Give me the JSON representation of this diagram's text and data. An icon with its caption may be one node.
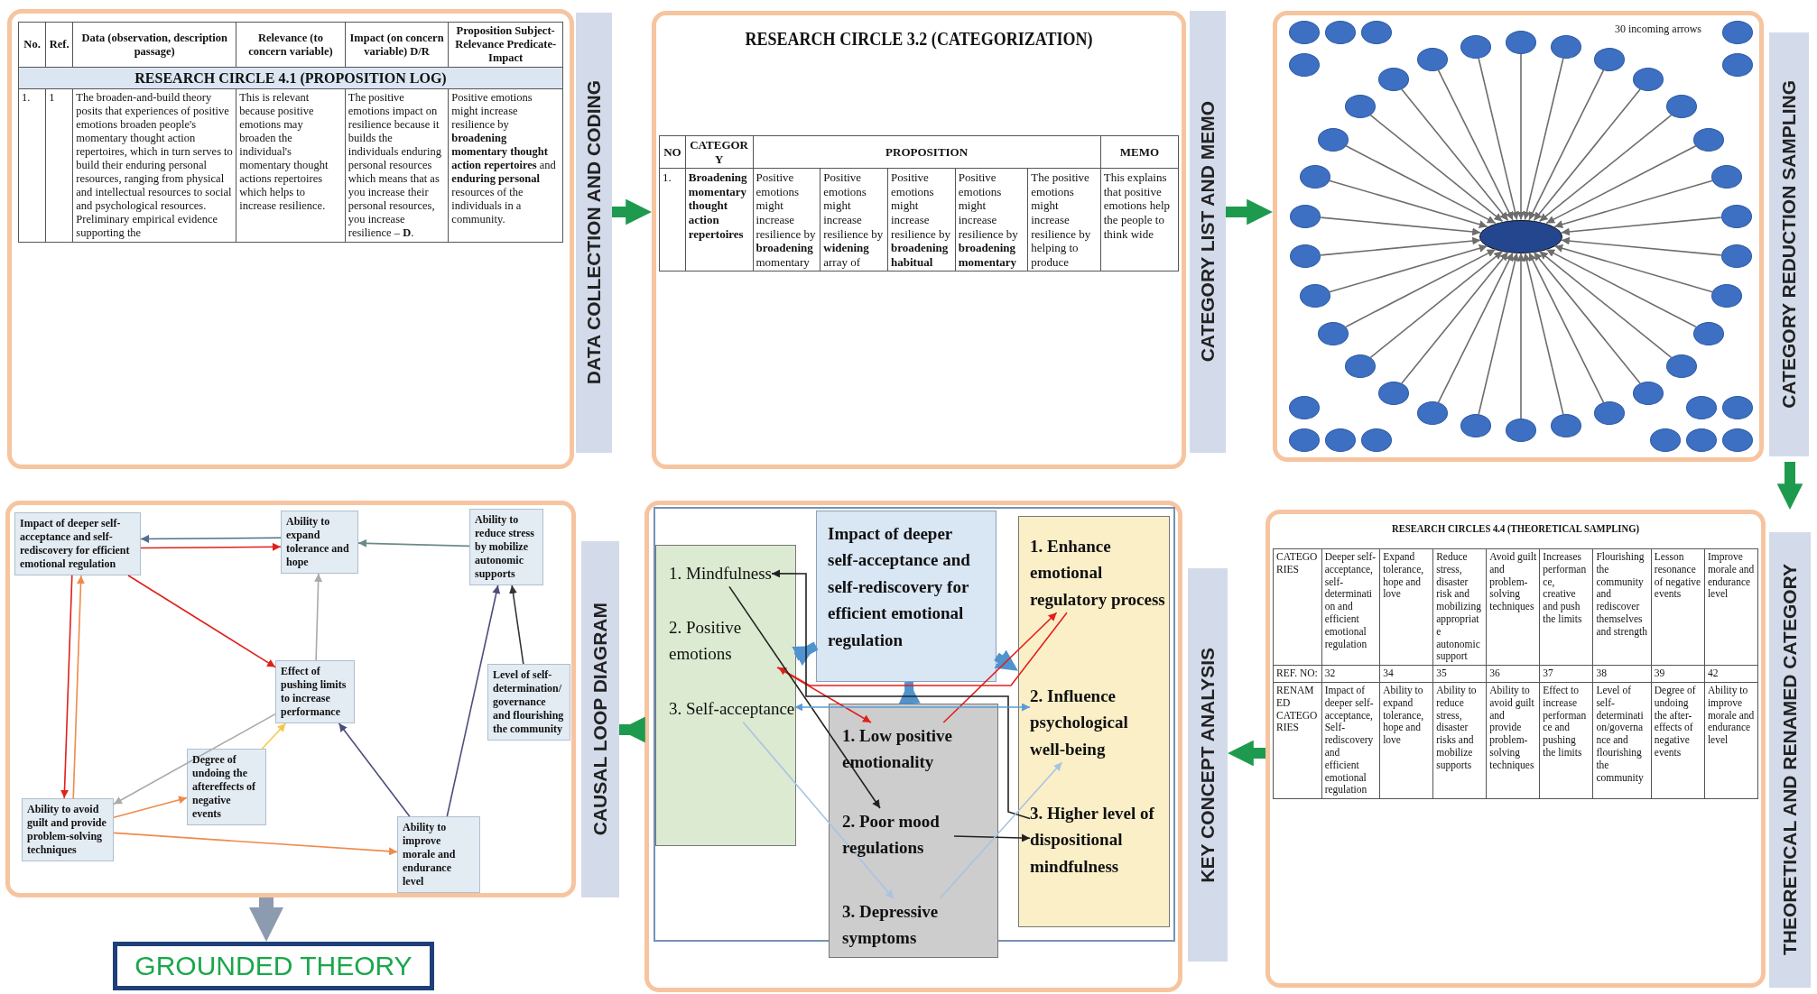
{
  "diagram": {
    "nodes": [
      {
        "text": [
          "DATA COLLECTION AND CODING"
        ]
      },
      {
        "text": [
          "No.",
          "Ref.",
          "Data (observation, description passage)",
          "Relevance (to concern variable)",
          "Impact (on concern variable) D/R",
          "Proposition Subject-Relevance Predicate-Impact",
          "RESEARCH CIRCLE 4.1 (PROPOSITION LOG)",
          "1.",
          "1",
          "The broaden-and-build theory posits that experiences of positive emotions broaden people's momentary thought action repertoires, which in turn serves to build their enduring personal resources, ranging from physical and intellectual resources to social and psychological resources. Preliminary empirical evidence supporting the",
          "This is relevant because positive emotions may broaden the individual's momentary thought actions repertoires which helps to increase resilience.",
          "The positive emotions impact on resilience because it builds the individuals enduring personal resources which means that as you increase their personal resources, you increase resilience – **D**.",
          "Positive emotions might increase resilience by **broadening momentary thought action repertoires** and **enduring personal** resources of the individuals in a community."
        ],
        "in": 0
      },
      {
        "text": [
          "CATEGORY LIST AND MEMO",
          "RESEARCH CIRCLE 3.2 (CATEGORIZATION)"
        ]
      },
      {
        "text": [
          "NO",
          "CATEGORY",
          "PROPOSITION",
          "MEMO",
          "1.",
          "Broadening momentary thought action repertoires",
          "Positive emotions might increase resilience by **broadening** momentary",
          "Positive emotions might increase resilience by **widening** array of",
          "Positive emotions might increase resilience by **broadening habitual**",
          "Positive emotions might increase resilience by **broadening momentary**",
          "The positive emotions might increase resilience by helping to produce",
          "This explains that positive emotions help the people to think wide"
        ],
        "in": 2
      },
      {
        "text": [
          "CATEGORY REDUCTION SAMPLING"
        ]
      },
      {
        "text": [],
        "shape": "ellipse",
        "in": 4
      },
      {
        "text": [],
        "shape": "ellipse",
        "in": 4
      },
      {
        "text": [],
        "shape": "ellipse",
        "in": 4
      },
      {
        "text": [],
        "shape": "ellipse",
        "in": 4
      },
      {
        "text": [],
        "shape": "ellipse",
        "in": 4
      },
      {
        "text": [],
        "shape": "ellipse",
        "in": 4
      },
      {
        "text": [],
        "shape": "ellipse",
        "in": 4
      },
      {
        "text": [],
        "shape": "ellipse",
        "in": 4
      },
      {
        "text": [],
        "shape": "ellipse",
        "in": 4
      },
      {
        "text": [],
        "shape": "ellipse",
        "in": 4
      },
      {
        "text": [],
        "shape": "ellipse",
        "in": 4
      },
      {
        "text": [],
        "shape": "ellipse",
        "in": 4
      },
      {
        "text": [],
        "shape": "ellipse",
        "in": 4
      },
      {
        "text": [],
        "shape": "ellipse",
        "in": 4
      },
      {
        "text": [],
        "shape": "ellipse",
        "in": 4
      },
      {
        "text": [],
        "shape": "ellipse",
        "in": 4
      },
      {
        "text": [],
        "shape": "ellipse",
        "in": 4
      },
      {
        "text": [],
        "shape": "ellipse",
        "in": 4
      },
      {
        "text": [],
        "shape": "ellipse",
        "in": 4
      },
      {
        "text": [],
        "shape": "ellipse",
        "in": 4
      },
      {
        "text": [],
        "shape": "ellipse",
        "in": 4
      },
      {
        "text": [],
        "shape": "ellipse",
        "in": 4
      },
      {
        "text": [],
        "shape": "ellipse",
        "in": 4
      },
      {
        "text": [],
        "shape": "ellipse",
        "in": 4
      },
      {
        "text": [],
        "shape": "ellipse",
        "in": 4
      },
      {
        "text": [],
        "shape": "ellipse",
        "in": 4
      },
      {
        "text": [],
        "shape": "ellipse",
        "in": 4
      },
      {
        "text": [],
        "shape": "ellipse",
        "in": 4
      },
      {
        "text": [],
        "shape": "ellipse",
        "in": 4
      },
      {
        "text": [],
        "shape": "ellipse",
        "in": 4
      },
      {
        "text": [],
        "shape": "ellipse",
        "in": 4
      },
      {
        "text": [],
        "shape": "ellipse",
        "in": 4
      },
      {
        "text": [],
        "shape": "ellipse",
        "in": 4
      },
      {
        "text": [],
        "shape": "ellipse",
        "in": 4
      },
      {
        "text": [],
        "shape": "ellipse",
        "in": 4
      },
      {
        "text": [],
        "shape": "ellipse",
        "in": 4
      },
      {
        "text": [],
        "shape": "ellipse",
        "in": 4
      },
      {
        "text": [],
        "shape": "ellipse",
        "in": 4
      },
      {
        "text": [],
        "shape": "ellipse",
        "in": 4
      },
      {
        "text": [],
        "shape": "ellipse",
        "in": 4
      },
      {
        "text": [],
        "shape": "ellipse",
        "in": 4
      },
      {
        "text": [],
        "shape": "ellipse",
        "in": 4
      },
      {
        "text": [],
        "shape": "ellipse",
        "in": 4
      },
      {
        "text": [],
        "shape": "ellipse",
        "in": 4
      },
      {
        "text": [],
        "shape": "ellipse",
        "in": 4
      },
      {
        "text": [],
        "shape": "ellipse",
        "in": 4
      },
      {
        "text": [
          "THEORETICAL AND RENAMED CATEGORY",
          "RESEARCH CIRCLES 4.4 (THEORETICAL SAMPLING)"
        ]
      },
      {
        "text": [
          "CATEGORIES",
          "Deeper self-acceptance, self-determination and efficient emotional regulation",
          "Expand tolerance, hope and love",
          "Reduce stress, disaster risk and mobilizing appropriate autonomic support",
          "Avoid guilt and problem-solving techniques",
          "Increases performance, creative and push the limits",
          "Flourishing the community and rediscover themselves and strength",
          "Lesson resonance of negative events",
          "Improve morale and endurance level",
          "REF. NO:",
          "32",
          "34",
          "35",
          "36",
          "37",
          "38",
          "39",
          "42",
          "RENAMED CATEGORIES",
          "Impact of deeper self-acceptance, Self-rediscovery and efficient emotional regulation",
          "Ability to expand tolerance, hope and love",
          "Ability to reduce stress, disaster risks and mobilize supports",
          "Ability to avoid guilt and provide problem-solving techniques",
          "Effect to increase performance and pushing the limits",
          "Level of self-determination/governance and flourishing the community",
          "Degree of undoing the after-effects of negative events",
          "Ability to improve morale and endurance level"
        ],
        "in": 51
      },
      {
        "text": [
          "KEY CONCEPT ANALYSIS"
        ]
      },
      {
        "text": [],
        "shape": "box",
        "in": 53
      },
      {
        "text": [
          "1. Mindfulness"
        ],
        "in": 54
      },
      {
        "text": [
          "2. Positive emotions"
        ],
        "in": 54
      },
      {
        "text": [
          "3. Self-acceptance"
        ],
        "in": 54
      },
      {
        "text": [
          "Impact of deeper self-acceptance and self-rediscovery for efficient emotional regulation"
        ],
        "in": 53
      },
      {
        "text": [],
        "shape": "box",
        "in": 53
      },
      {
        "text": [
          "1. Low positive emotionality"
        ],
        "in": 59
      },
      {
        "text": [
          "2. Poor mood regulations"
        ],
        "in": 59
      },
      {
        "text": [
          "3. Depressive symptoms"
        ],
        "in": 59
      },
      {
        "text": [],
        "shape": "box",
        "in": 53
      },
      {
        "text": [
          "1. Enhance emotional regulatory process"
        ],
        "in": 63
      },
      {
        "text": [
          "2. Influence psychological well-being"
        ],
        "in": 63
      },
      {
        "text": [
          "3. Higher level of dispositional mindfulness"
        ],
        "in": 63
      },
      {
        "text": [
          "CAUSAL LOOP DIAGRAM"
        ]
      },
      {
        "text": [
          "Impact of deeper self-acceptance and self-rediscovery for efficient emotional regulation"
        ],
        "in": 67
      },
      {
        "text": [
          "Ability to expand tolerance and hope"
        ],
        "in": 67
      },
      {
        "text": [
          "Ability to reduce stress by mobilize autonomic supports"
        ],
        "in": 67
      },
      {
        "text": [
          "Effect of pushing limits to increase performance"
        ],
        "in": 67
      },
      {
        "text": [
          "Level of self-determination/governance and flourishing the community"
        ],
        "in": 67
      },
      {
        "text": [
          "Degree of undoing the aftereffects of negative events"
        ],
        "in": 67
      },
      {
        "text": [
          "Ability to avoid guilt and provide problem-solving techniques"
        ],
        "in": 67
      },
      {
        "text": [
          "Ability to improve morale and endurance level"
        ],
        "in": 67
      },
      {
        "text": [
          "GROUNDED THEORY"
        ]
      }
    ],
    "edges": [
      {
        "from": 0,
        "to": 2,
        "arrow": "to",
        "style": "thick",
        "color": "#1e9a4e"
      },
      {
        "from": 2,
        "to": 4,
        "arrow": "to",
        "style": "thick",
        "color": "#1e9a4e"
      },
      {
        "from": 4,
        "to": 51,
        "arrow": "to",
        "style": "thick",
        "color": "#1e9a4e"
      },
      {
        "from": 51,
        "to": 53,
        "arrow": "to",
        "style": "thick",
        "color": "#1e9a4e"
      },
      {
        "from": 53,
        "to": 67,
        "arrow": "to",
        "style": "thick",
        "color": "#1e9a4e"
      },
      {
        "from": 67,
        "to": 76,
        "arrow": "to",
        "style": "thick",
        "color": "#8d9bb0"
      },
      {
        "from": 6,
        "to": 5,
        "arrow": "to"
      },
      {
        "from": 7,
        "to": 5,
        "arrow": "to"
      },
      {
        "from": 8,
        "to": 5,
        "arrow": "to"
      },
      {
        "from": 9,
        "to": 5,
        "arrow": "to"
      },
      {
        "from": 10,
        "to": 5,
        "arrow": "to"
      },
      {
        "from": 11,
        "to": 5,
        "arrow": "to"
      },
      {
        "from": 12,
        "to": 5,
        "arrow": "to"
      },
      {
        "from": 13,
        "to": 5,
        "arrow": "to"
      },
      {
        "from": 14,
        "to": 5,
        "arrow": "to"
      },
      {
        "from": 15,
        "to": 5,
        "arrow": "to"
      },
      {
        "from": 16,
        "to": 5,
        "arrow": "to"
      },
      {
        "from": 17,
        "to": 5,
        "arrow": "to"
      },
      {
        "from": 18,
        "to": 5,
        "arrow": "to"
      },
      {
        "from": 19,
        "to": 5,
        "arrow": "to"
      },
      {
        "from": 20,
        "to": 5,
        "arrow": "to"
      },
      {
        "from": 21,
        "to": 5,
        "arrow": "to"
      },
      {
        "from": 22,
        "to": 5,
        "arrow": "to"
      },
      {
        "from": 23,
        "to": 5,
        "arrow": "to"
      },
      {
        "from": 24,
        "to": 5,
        "arrow": "to"
      },
      {
        "from": 25,
        "to": 5,
        "arrow": "to"
      },
      {
        "from": 26,
        "to": 5,
        "arrow": "to"
      },
      {
        "from": 27,
        "to": 5,
        "arrow": "to"
      },
      {
        "from": 28,
        "to": 5,
        "arrow": "to"
      },
      {
        "from": 29,
        "to": 5,
        "arrow": "to"
      },
      {
        "from": 30,
        "to": 5,
        "arrow": "to"
      },
      {
        "from": 31,
        "to": 5,
        "arrow": "to"
      },
      {
        "from": 32,
        "to": 5,
        "arrow": "to"
      },
      {
        "from": 33,
        "to": 5,
        "arrow": "to"
      },
      {
        "from": 34,
        "to": 5,
        "arrow": "to"
      },
      {
        "from": 35,
        "to": 5,
        "arrow": "to"
      },
      {
        "from": 54,
        "to": 58,
        "arrow": "to",
        "style": "thick",
        "color": "#4f93cf"
      },
      {
        "from": 58,
        "to": 63,
        "arrow": "to",
        "style": "thick",
        "color": "#4f93cf"
      },
      {
        "from": 59,
        "to": 58,
        "arrow": "to",
        "style": "thick",
        "color": "#4f93cf"
      },
      {
        "from": 60,
        "to": 64,
        "arrow": "to",
        "color": "#e0201c"
      },
      {
        "from": 64,
        "to": 56,
        "arrow": "to",
        "color": "#e0201c"
      },
      {
        "from": 56,
        "to": 60,
        "arrow": "to",
        "color": "#e0201c"
      },
      {
        "from": 66,
        "to": 55,
        "arrow": "to",
        "color": "#222222"
      },
      {
        "from": 55,
        "to": 61,
        "arrow": "to",
        "color": "#222222"
      },
      {
        "from": 61,
        "to": 66,
        "arrow": "to",
        "color": "#222222"
      },
      {
        "from": 57,
        "to": 65,
        "arrow": "both",
        "color": "#5b9bd5"
      },
      {
        "from": 57,
        "to": 62,
        "arrow": "to",
        "color": "#a9c3e3"
      },
      {
        "from": 62,
        "to": 65,
        "arrow": "to",
        "color": "#a9c3e3"
      },
      {
        "from": 68,
        "to": 69,
        "arrow": "to",
        "color": "#e0201c"
      },
      {
        "from": 69,
        "to": 68,
        "arrow": "to",
        "color": "#4f6f8f"
      },
      {
        "from": 70,
        "to": 69,
        "arrow": "to",
        "color": "#6b8a8a"
      },
      {
        "from": 68,
        "to": 71,
        "arrow": "to",
        "color": "#e0201c"
      },
      {
        "from": 68,
        "to": 74,
        "arrow": "to",
        "color": "#e0201c"
      },
      {
        "from": 74,
        "to": 68,
        "arrow": "to",
        "color": "#f08a4b"
      },
      {
        "from": 71,
        "to": 69,
        "arrow": "to",
        "color": "#aaaaaa"
      },
      {
        "from": 71,
        "to": 74,
        "arrow": "to",
        "color": "#aaaaaa"
      },
      {
        "from": 74,
        "to": 73,
        "arrow": "to",
        "color": "#f08a4b"
      },
      {
        "from": 73,
        "to": 71,
        "arrow": "to",
        "color": "#f5c84a"
      },
      {
        "from": 74,
        "to": 75,
        "arrow": "to",
        "color": "#f08a4b"
      },
      {
        "from": 75,
        "to": 71,
        "arrow": "to",
        "color": "#4b4e7a"
      },
      {
        "from": 75,
        "to": 70,
        "arrow": "to",
        "color": "#4b4e7a"
      },
      {
        "from": 72,
        "to": 70,
        "arrow": "to",
        "color": "#333333"
      }
    ],
    "labels": [
      "30 incoming arrows"
    ]
  }
}
